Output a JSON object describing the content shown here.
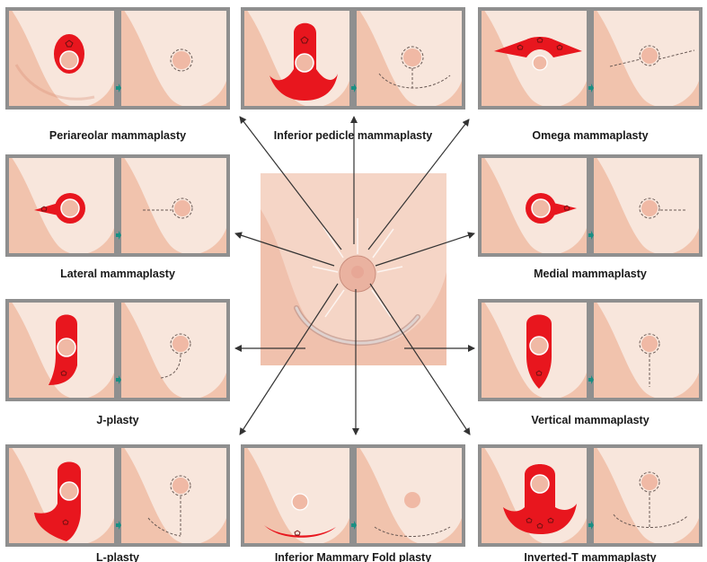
{
  "colors": {
    "panel_frame": "#8f8f8f",
    "skin_bg": "#f8e6dc",
    "skin": "#f1c3ad",
    "skin_shade": "#d98f77",
    "excision_red": "#e8161e",
    "areola": "#f0b9a5",
    "incision_line": "#6a5a55",
    "teal_arrow": "#1a8f83",
    "leader_arrow": "#333333",
    "center_bg": "#f5d5c6"
  },
  "icons": {
    "before_after_arrow": "teal-right-arrow-icon",
    "leader": "black-arrow-icon"
  },
  "techniques": [
    {
      "id": "periareolar",
      "label": "Periareolar mammaplasty"
    },
    {
      "id": "inferior-pedicle",
      "label": "Inferior pedicle mammaplasty"
    },
    {
      "id": "omega",
      "label": "Omega mammaplasty"
    },
    {
      "id": "lateral",
      "label": "Lateral mammaplasty"
    },
    {
      "id": "medial",
      "label": "Medial mammaplasty"
    },
    {
      "id": "j-plasty",
      "label": "J-plasty"
    },
    {
      "id": "vertical",
      "label": "Vertical mammaplasty"
    },
    {
      "id": "l-plasty",
      "label": "L-plasty"
    },
    {
      "id": "inferior-mammary-fold",
      "label": "Inferior Mammary Fold plasty"
    },
    {
      "id": "inverted-t",
      "label": "Inverted-T mammaplasty"
    }
  ]
}
